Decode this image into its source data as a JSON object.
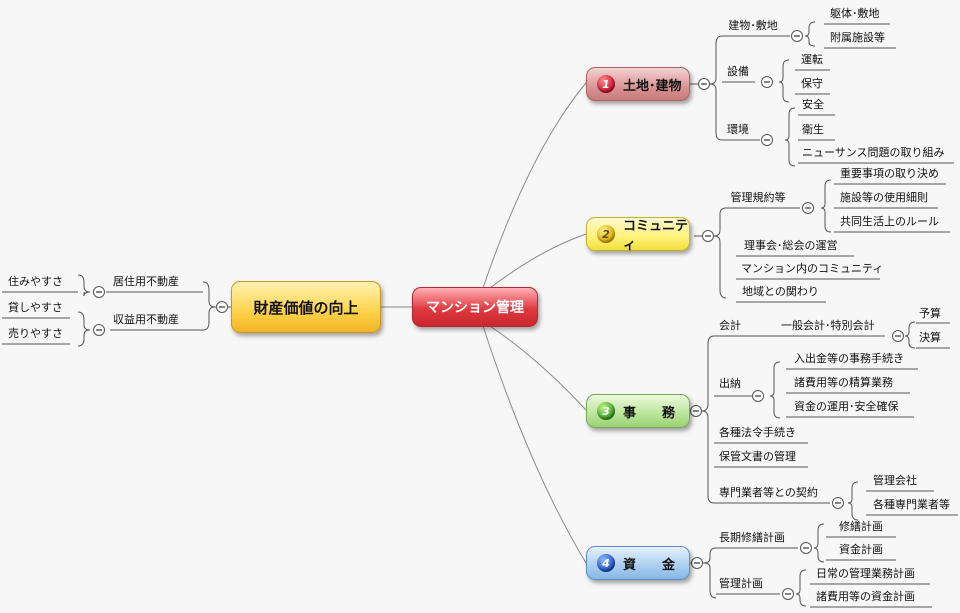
{
  "root": {
    "label": "マンション管理"
  },
  "left_main": {
    "label": "財産価値の向上"
  },
  "left_items": [
    {
      "label": "居住用不動産",
      "children": [
        "住みやすさ"
      ]
    },
    {
      "label": "収益用不動産",
      "children": [
        "貸しやすさ",
        "売りやすさ"
      ]
    }
  ],
  "branches": [
    {
      "num": "1",
      "label": "土地･建物"
    },
    {
      "num": "2",
      "label": "コミュニティ"
    },
    {
      "num": "3",
      "label": "事　　務"
    },
    {
      "num": "4",
      "label": "資　　金"
    }
  ],
  "b1": {
    "building": "建物･敷地",
    "building_items": [
      "躯体･敷地",
      "附属施設等"
    ],
    "equipment": "設備",
    "equipment_items": [
      "運転",
      "保守"
    ],
    "environment": "環境",
    "environment_items": [
      "安全",
      "衛生",
      "ニューサンス問題の取り組み"
    ]
  },
  "b2": {
    "rules": "管理規約等",
    "rules_items": [
      "重要事項の取り決め",
      "施設等の使用細則",
      "共同生活上のルール"
    ],
    "others": [
      "理事会･総会の運営",
      "マンション内のコミュニティ",
      "地域との関わり"
    ]
  },
  "b3": {
    "accounting": "会計",
    "general": "一般会計･特別会計",
    "general_items": [
      "予算",
      "決算"
    ],
    "cash": "出納",
    "cash_items": [
      "入出金等の事務手続き",
      "諸費用等の精算業務",
      "資金の運用･安全確保"
    ],
    "procedures": "各種法令手続き",
    "documents": "保管文書の管理",
    "contracts": "専門業者等との契約",
    "contract_items": [
      "管理会社",
      "各種専門業者等"
    ]
  },
  "b4": {
    "longterm": "長期修繕計画",
    "longterm_items": [
      "修繕計画",
      "資金計画"
    ],
    "plan": "管理計画",
    "plan_items": [
      "日常の管理業務計画",
      "諸費用等の資金計画"
    ]
  }
}
